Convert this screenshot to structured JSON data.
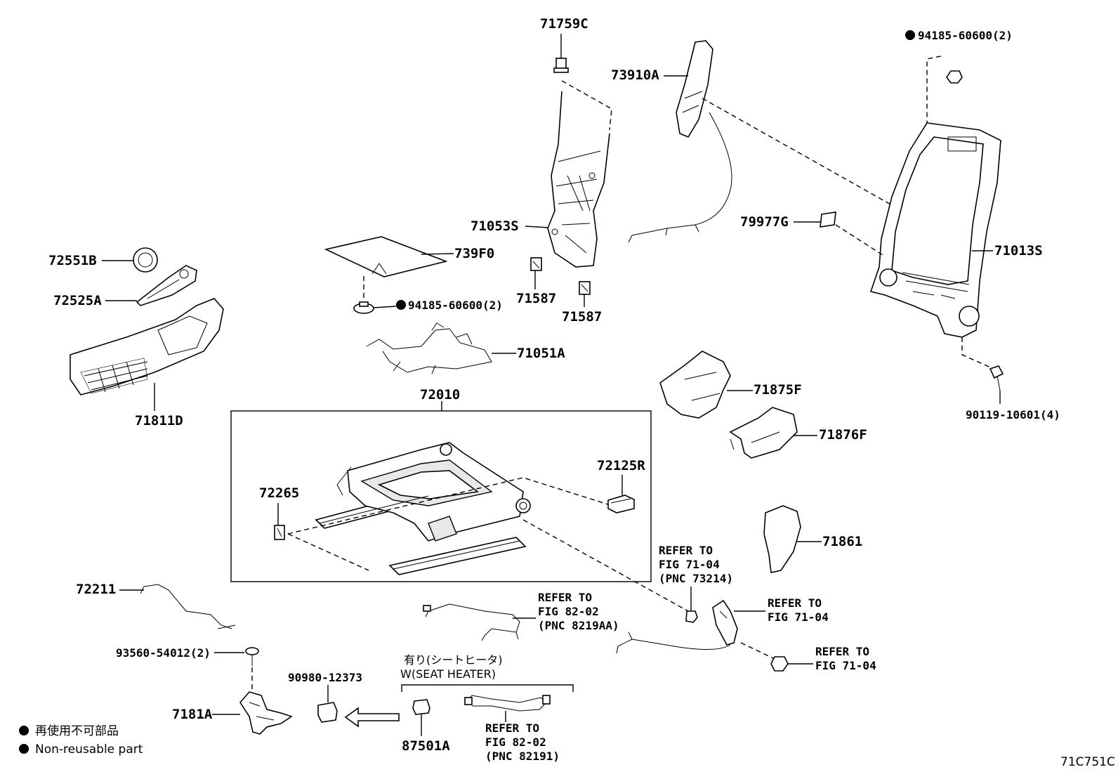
{
  "diagram_code": "71C751C",
  "legend": {
    "japanese": "再使用不可部品",
    "english": "Non-reusable part"
  },
  "parts": {
    "p71759C": "71759C",
    "p73910A": "73910A",
    "p94185_top": "94185-60600(2)",
    "p71053S": "71053S",
    "p739F0": "739F0",
    "p79977G": "79977G",
    "p71013S": "71013S",
    "p72551B": "72551B",
    "p72525A": "72525A",
    "p71587_a": "71587",
    "p71587_b": "71587",
    "p94185_mid": "94185-60600(2)",
    "p71051A": "71051A",
    "p71811D": "71811D",
    "p72010": "72010",
    "p71875F": "71875F",
    "p90119": "90119-10601(4)",
    "p71876F": "71876F",
    "p72125R": "72125R",
    "p72265": "72265",
    "p71861": "71861",
    "p72211": "72211",
    "p93560": "93560-54012(2)",
    "p90980": "90980-12373",
    "p7181A": "7181A",
    "p87501A": "87501A"
  },
  "notes": {
    "ref_fig7104_pnc73214": [
      "REFER TO",
      "FIG 71-04",
      "(PNC 73214)"
    ],
    "ref_fig8202_pnc8219AA": [
      "REFER TO",
      "FIG 82-02",
      "(PNC 8219AA)"
    ],
    "ref_fig7104_buckle": [
      "REFER TO",
      "FIG 71-04"
    ],
    "ref_fig7104_nut": [
      "REFER TO",
      "FIG 71-04"
    ],
    "ref_fig8202_pnc82191": [
      "REFER TO",
      "FIG 82-02",
      "(PNC 82191)"
    ]
  },
  "seat_heater": {
    "japanese": "有り(シートヒータ)",
    "english": "W(SEAT HEATER)"
  }
}
